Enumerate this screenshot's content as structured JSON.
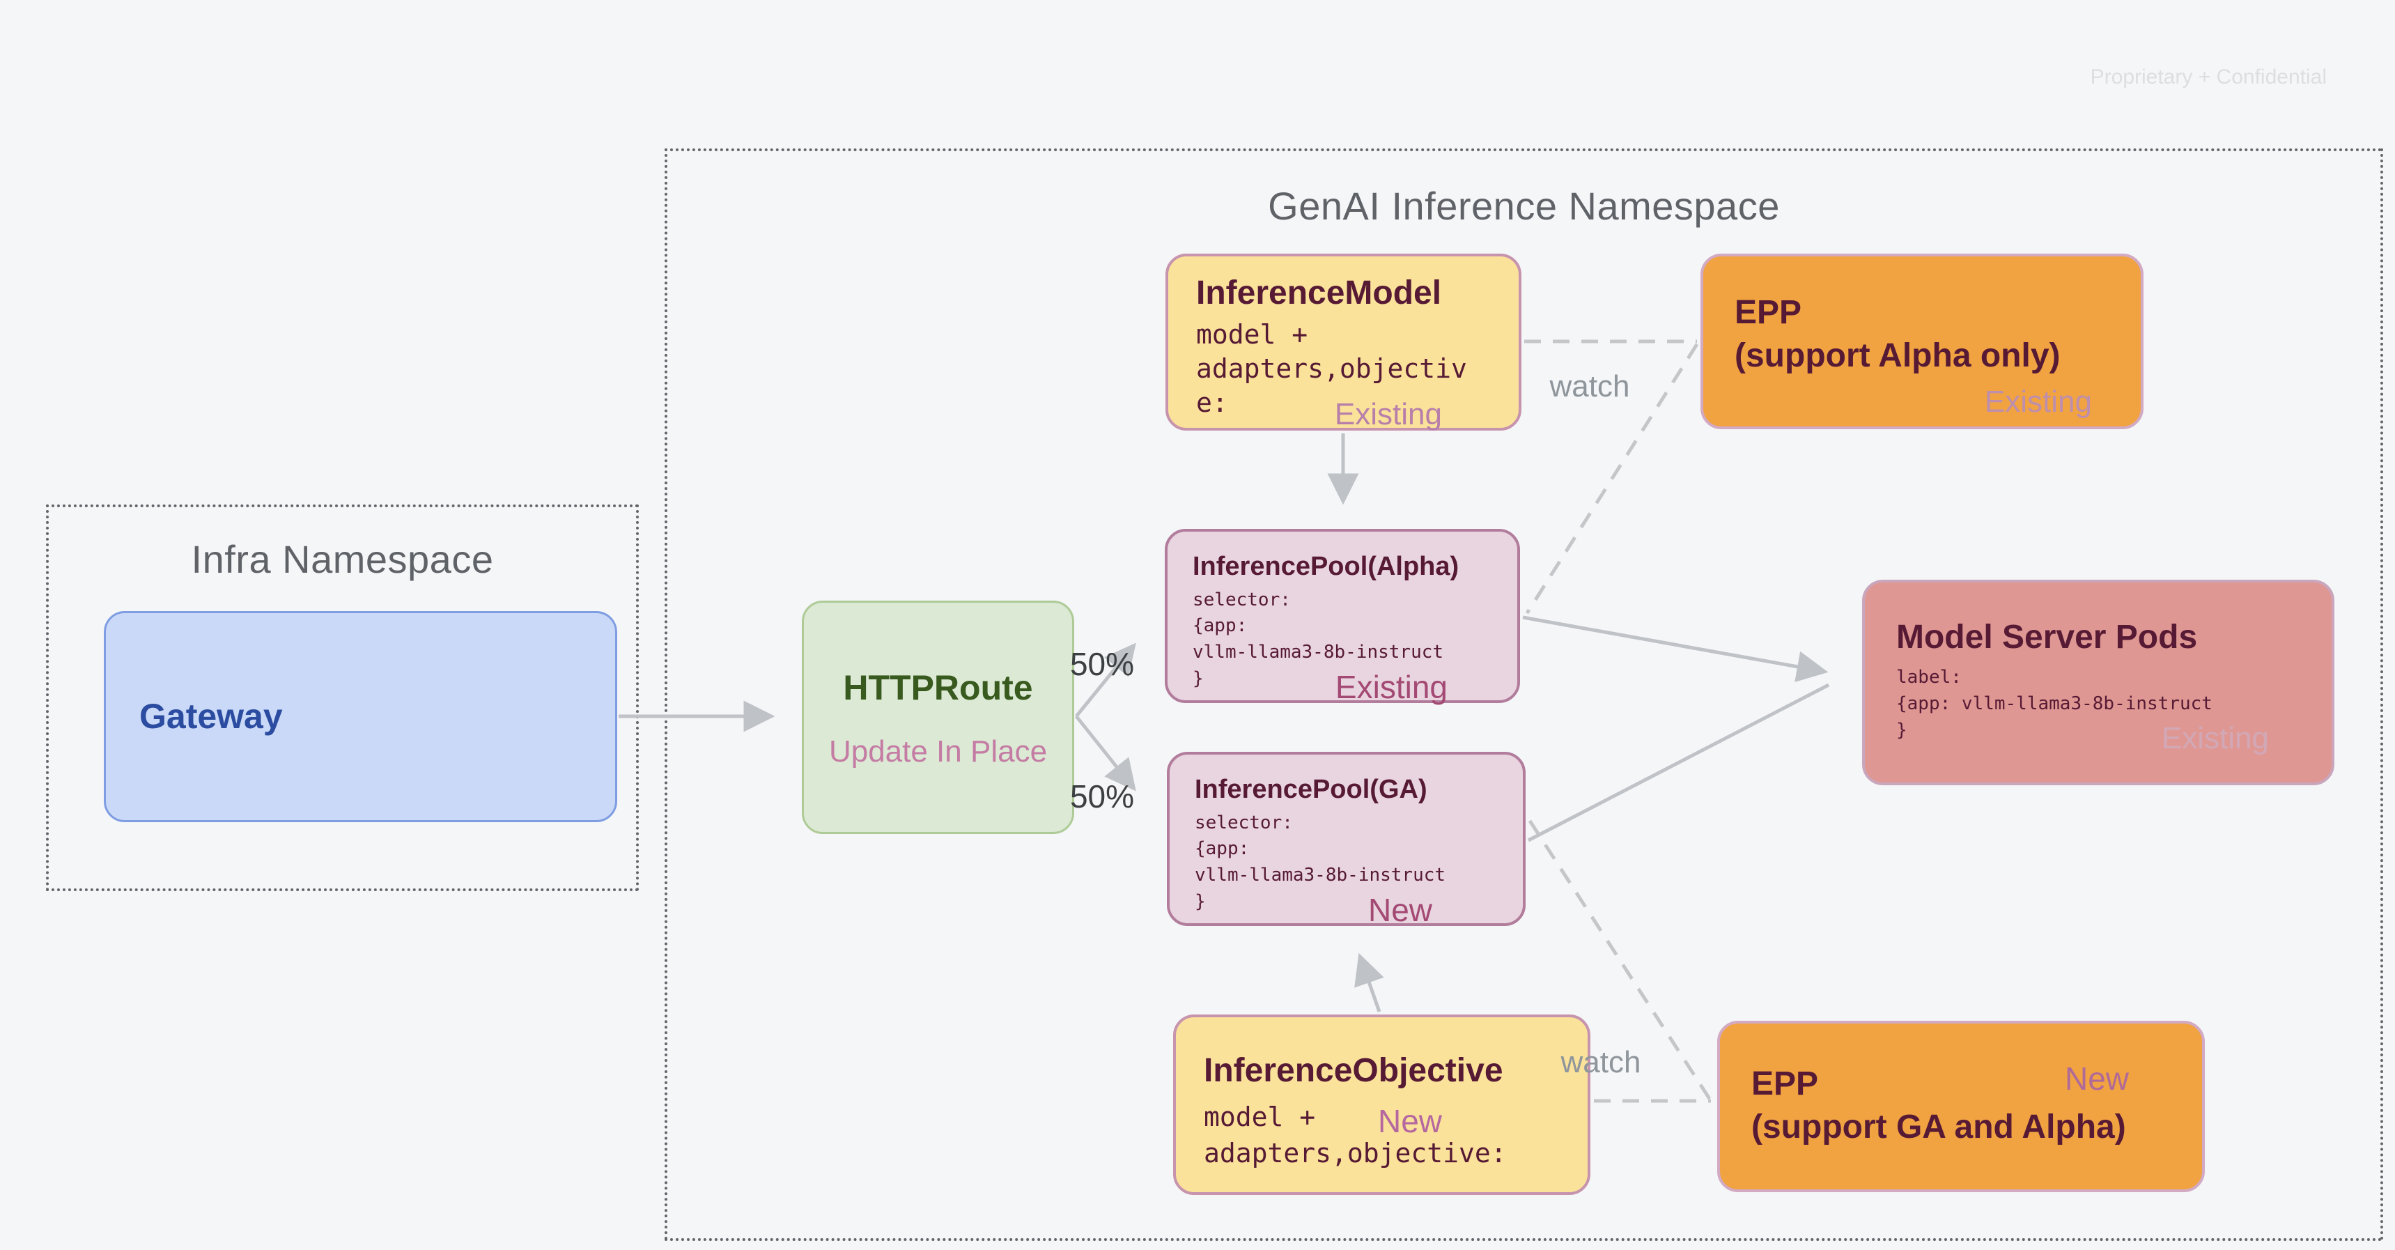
{
  "page": {
    "watermark": "Proprietary + Confidential",
    "background_color": "#f5f6f8"
  },
  "namespaces": {
    "infra": {
      "title": "Infra Namespace"
    },
    "genai": {
      "title": "GenAI Inference Namespace"
    }
  },
  "nodes": {
    "gateway": {
      "title": "Gateway",
      "fill": "#c9d9f7",
      "title_color": "#2b4ca0"
    },
    "httproute": {
      "title": "HTTPRoute",
      "subtitle": "Update In Place",
      "fill": "#dce9d4",
      "title_color": "#395a1f"
    },
    "inference_model": {
      "title": "InferenceModel",
      "body": "model +\nadapters,objectiv\ne:",
      "status": "Existing",
      "fill": "#fae29b"
    },
    "epp_alpha_only": {
      "title": "EPP\n(support Alpha only)",
      "status": "Existing",
      "fill": "#f1a342"
    },
    "inference_pool_alpha": {
      "title": "InferencePool(Alpha)",
      "body": "selector:\n{app:\nvllm-llama3-8b-instruct\n}",
      "status": "Existing",
      "fill": "#e9d5df"
    },
    "inference_pool_ga": {
      "title": "InferencePool(GA)",
      "body": "selector:\n{app:\nvllm-llama3-8b-instruct\n}",
      "status": "New",
      "fill": "#e9d5df"
    },
    "model_server_pods": {
      "title": "Model Server Pods",
      "body": "label:\n{app: vllm-llama3-8b-instruct\n}",
      "status": "Existing",
      "fill": "#df9793"
    },
    "inference_objective": {
      "title": "InferenceObjective",
      "body": "model +\nadapters,objective:",
      "status": "New",
      "fill": "#fae29b"
    },
    "epp_ga_and_alpha": {
      "title": "EPP\n(support GA and Alpha)",
      "status": "New",
      "fill": "#f1a342"
    }
  },
  "edges": {
    "split_top": {
      "label": "50%"
    },
    "split_bottom": {
      "label": "50%"
    },
    "watch_top": {
      "label": "watch"
    },
    "watch_bottom": {
      "label": "watch"
    },
    "solid_color": "#bfc2c6",
    "dashed_color": "#c4c6c9"
  },
  "status_colors": {
    "existing_on_yellow": "#b77fa9",
    "existing_on_orange": "#be8fac",
    "existing_on_pink": "#a34973",
    "existing_on_rose": "#d2a8b6",
    "new_on_pink": "#a34973",
    "new_on_yellow": "#b568a0",
    "new_on_orange": "#b06a97"
  }
}
